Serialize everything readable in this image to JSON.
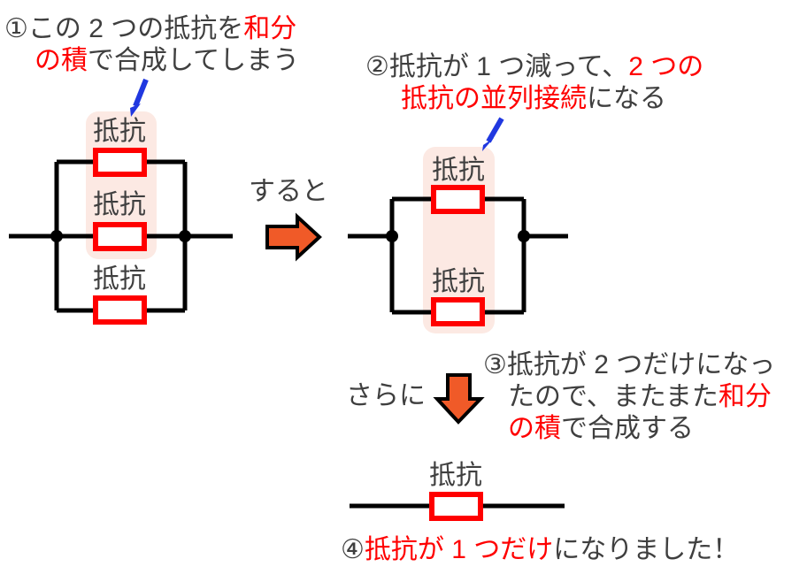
{
  "colors": {
    "text": "#3f3f3f",
    "accent_red": "#ff0000",
    "resistor_border": "#ff0000",
    "wire": "#000000",
    "highlight_pink": "#fce9e3",
    "arrow_orange": "#f05a28",
    "arrow_blue": "#2038e0"
  },
  "labels": {
    "resistor": "抵抗"
  },
  "steps": {
    "step1": {
      "l1_black": "①この 2 つの抵抗を",
      "l1_red": "和分",
      "l2_red": "の積",
      "l2_black": "で合成してしまう"
    },
    "step2": {
      "l1_black": "②抵抗が 1 つ減って、",
      "l1_red": "2 つの",
      "l2_red": "抵抗の並列接続",
      "l2_black": "になる"
    },
    "step3": {
      "l1": "③抵抗が 2 つだけになっ",
      "l2_black": "たので、またまた",
      "l2_red": "和分",
      "l3_red": "の積",
      "l3_black": "で合成する"
    },
    "step4": {
      "black1": "④",
      "red": "抵抗が 1 つだけ",
      "black2": "になりました！"
    },
    "transition_right": "すると",
    "transition_down": "さらに"
  }
}
